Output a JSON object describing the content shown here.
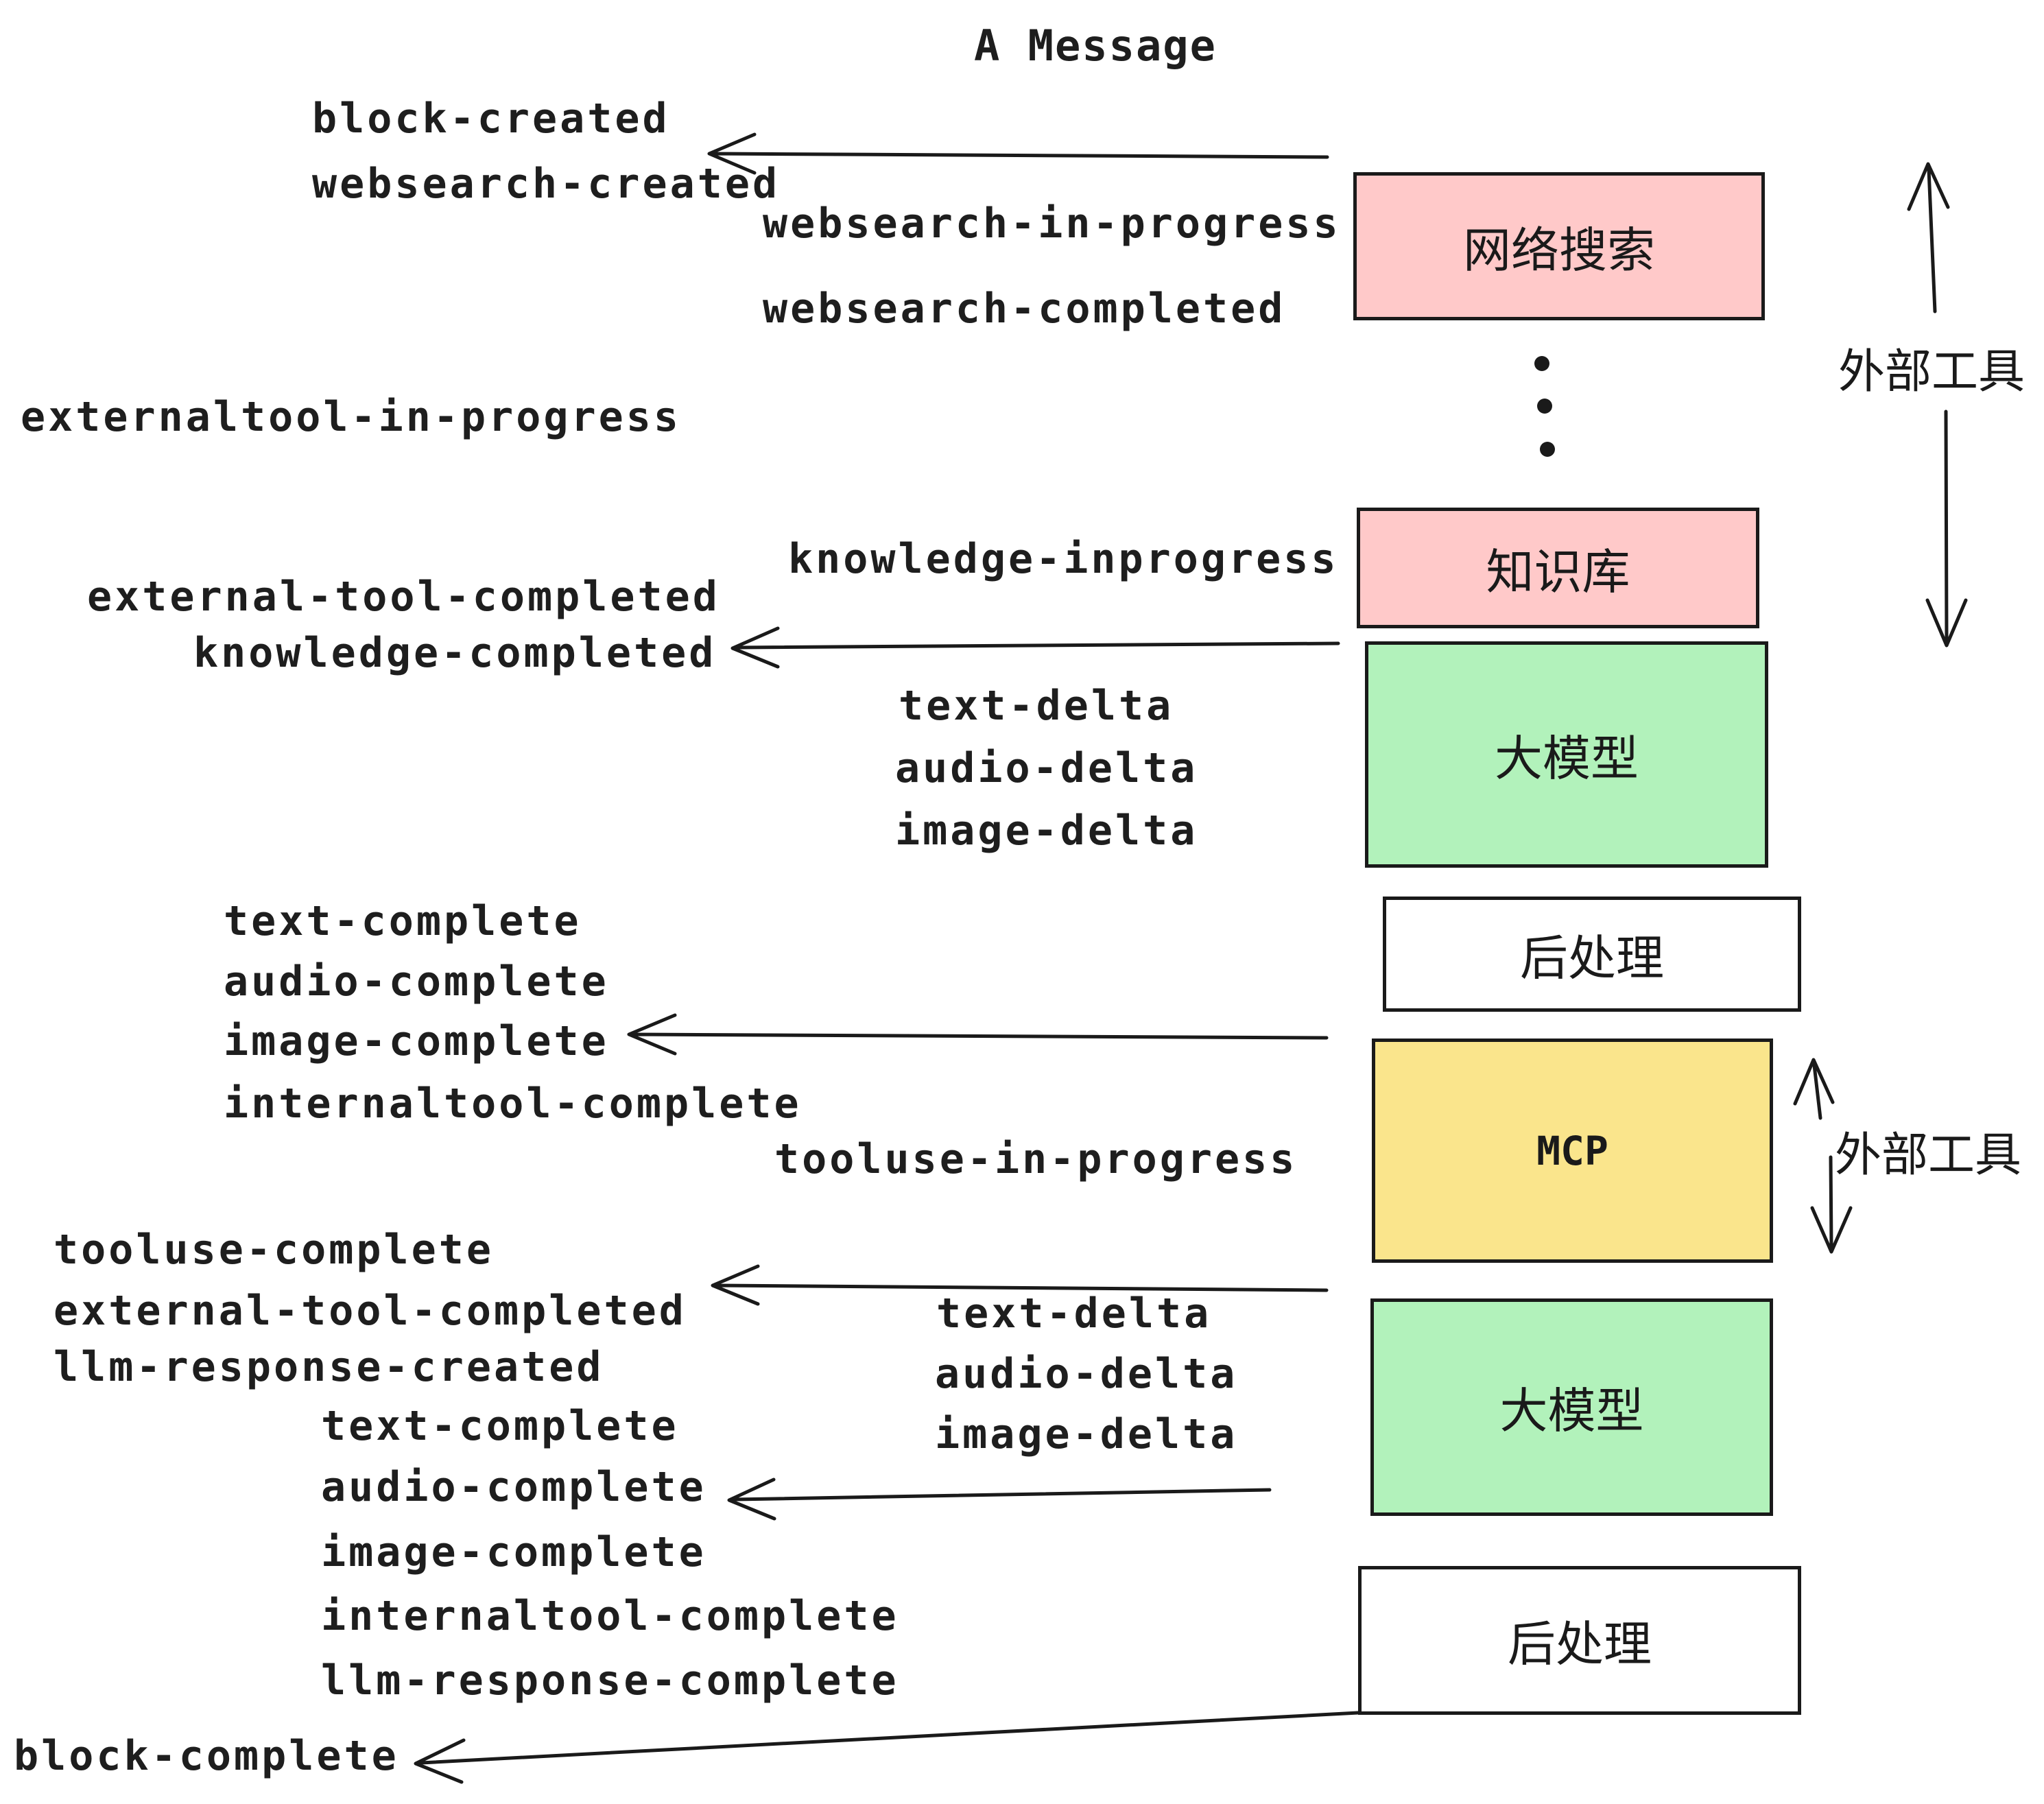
{
  "title": "A Message",
  "colors": {
    "external_tool_box": "#FFC9C9",
    "llm_box": "#B2F2BB",
    "mcp_box": "#FAE58C",
    "postprocess_box": "#FFFFFF",
    "ink": "#1A1A1A"
  },
  "events": [
    {
      "text": "block-created"
    },
    {
      "text": "websearch-created"
    },
    {
      "text": "websearch-in-progress"
    },
    {
      "text": "websearch-completed"
    },
    {
      "text": "externaltool-in-progress"
    },
    {
      "text": "knowledge-inprogress"
    },
    {
      "text": "external-tool-completed"
    },
    {
      "text": "knowledge-completed"
    },
    {
      "text": "text-delta"
    },
    {
      "text": "audio-delta"
    },
    {
      "text": "image-delta"
    },
    {
      "text": "text-complete"
    },
    {
      "text": "audio-complete"
    },
    {
      "text": "image-complete"
    },
    {
      "text": "internaltool-complete"
    },
    {
      "text": "tooluse-in-progress"
    },
    {
      "text": "tooluse-complete"
    },
    {
      "text": "external-tool-completed"
    },
    {
      "text": "llm-response-created"
    },
    {
      "text": "text-delta"
    },
    {
      "text": "audio-delta"
    },
    {
      "text": "image-delta"
    },
    {
      "text": "text-complete"
    },
    {
      "text": "audio-complete"
    },
    {
      "text": "image-complete"
    },
    {
      "text": "internaltool-complete"
    },
    {
      "text": "llm-response-complete"
    },
    {
      "text": "block-complete"
    }
  ],
  "boxes": [
    {
      "label": "网络搜索"
    },
    {
      "label": "知识库"
    },
    {
      "label": "大模型"
    },
    {
      "label": "后处理"
    },
    {
      "label": "MCP"
    },
    {
      "label": "大模型"
    },
    {
      "label": "后处理"
    }
  ],
  "side_annotations": [
    {
      "label": "外部工具"
    },
    {
      "label": "外部工具"
    }
  ],
  "vertical_ellipsis": "3 dots between 网络搜索 and 知识库"
}
